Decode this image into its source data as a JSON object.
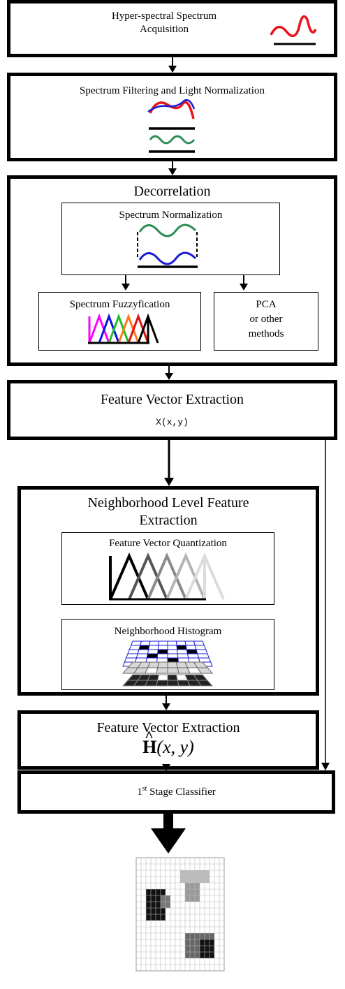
{
  "diagram": {
    "acquisition": {
      "label": "Hyper-spectral Spectrum Acquisition",
      "line1": "Hyper-spectral Spectrum",
      "line2": "Acquisition"
    },
    "filtering": {
      "label": "Spectrum Filtering and Light Normalization"
    },
    "decorrelation": {
      "label": "Decorrelation",
      "normalization": {
        "label": "Spectrum Normalization"
      },
      "fuzzyfication": {
        "label": "Spectrum Fuzzyfication"
      },
      "pca": {
        "line1": "PCA",
        "line2": "or other",
        "line3": "methods"
      }
    },
    "feature_vector_1": {
      "label": "Feature Vector Extraction",
      "formula": "X(x,y)"
    },
    "neighborhood": {
      "line1": "Neighborhood Level Feature",
      "line2": "Extraction",
      "quantization": {
        "label": "Feature Vector Quantization"
      },
      "histogram": {
        "label": "Neighborhood Histogram"
      }
    },
    "feature_vector_2": {
      "label": "Feature Vector Extraction",
      "formula_base": "H",
      "formula_hat": "^",
      "formula_args": "(x, y)"
    },
    "classifier": {
      "prefix": "1",
      "superscript": "st",
      "suffix": " Stage Classifier"
    }
  },
  "colors": {
    "red": "#e8141c",
    "blue": "#1b1bd6",
    "green": "#2e8b57",
    "fuzzy": [
      "#ff00ff",
      "#1010e0",
      "#22c022",
      "#ff7a1a",
      "#e01010",
      "#000000"
    ],
    "quant_grays": [
      "#000000",
      "#555555",
      "#8a8a8a",
      "#b5b5b5",
      "#dcdcdc"
    ]
  }
}
